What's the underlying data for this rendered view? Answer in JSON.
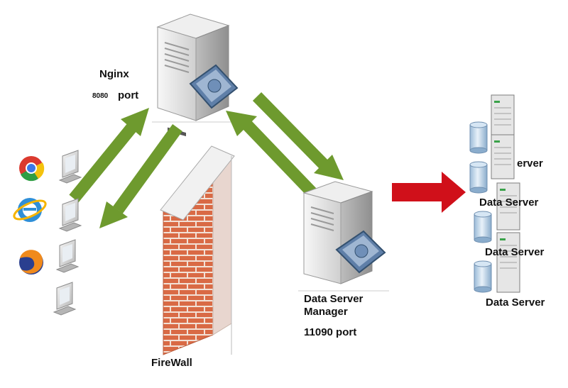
{
  "nginx": {
    "title": "Nginx",
    "port_number": "8080",
    "port_word": "port"
  },
  "firewall": {
    "label": "FireWall"
  },
  "data_server_manager": {
    "label": "Data Server Manager",
    "port": "11090 port"
  },
  "data_servers": {
    "label_1": "erver",
    "label_2": "Data Server",
    "label_3": "Data Server",
    "label_4": "Data Server"
  },
  "browsers": [
    "chrome-icon",
    "internet-explorer-icon",
    "firefox-icon"
  ],
  "colors": {
    "green_arrow": "#6e9a2e",
    "red_arrow": "#d0101a",
    "brick": "#d96a45",
    "mortar": "#f2e1d6",
    "server_body": "#e8e8e8"
  }
}
